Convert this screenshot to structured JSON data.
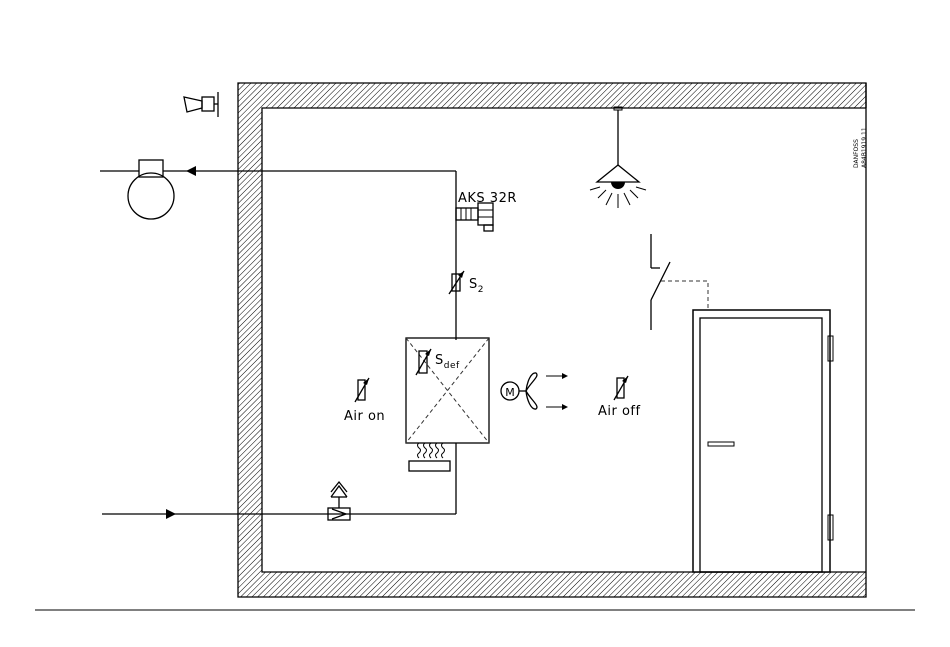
{
  "labels": {
    "pressure_sensor": "AKS 32R",
    "s2_main": "S",
    "s2_sub": "2",
    "sdef_main": "S",
    "sdef_sub": "def",
    "air_on": "Air on",
    "air_off": "Air off",
    "fan_motor": "M",
    "drawing_code_1": "DANFOSS",
    "drawing_code_2": "A84B1919.11"
  },
  "colors": {
    "line": "#000000",
    "wall_hatch": "#000000",
    "background": "#ffffff"
  }
}
